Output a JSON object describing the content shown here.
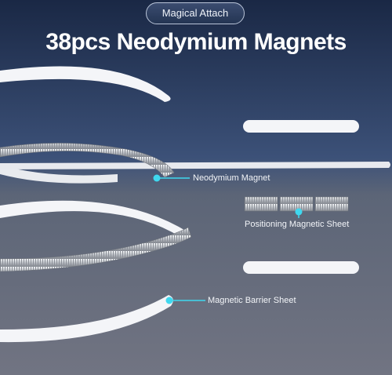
{
  "header": {
    "badge_label": "Magical Attach",
    "title": "38pcs Neodymium Magnets"
  },
  "callouts": {
    "neodymium_magnet": "Neodymium Magnet",
    "positioning_sheet": "Positioning Magnetic Sheet",
    "barrier_sheet": "Magnetic Barrier Sheet"
  },
  "colors": {
    "background_top": "#1c2a46",
    "background_bottom": "#6d7180",
    "ring": "#f4f5f8",
    "callout_accent": "#3fd8ef"
  }
}
